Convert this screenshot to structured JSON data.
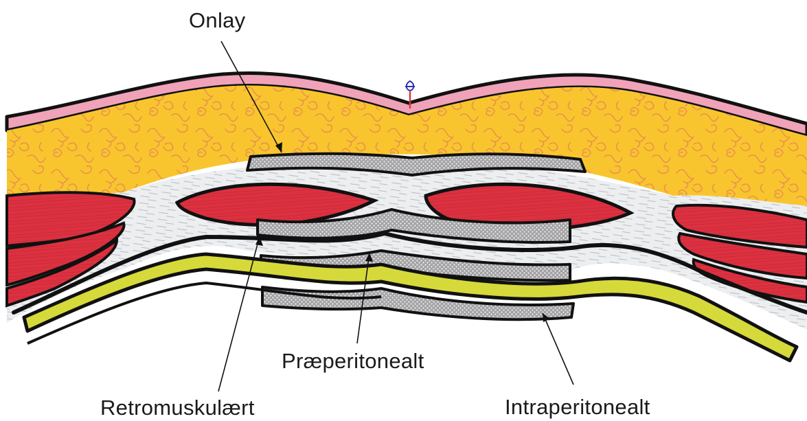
{
  "labels": {
    "onlay": "Onlay",
    "retromuskulaert": "Retromuskulært",
    "praeperitonealt": "Præperitonealt",
    "intraperitonealt": "Intraperitonealt"
  },
  "colors": {
    "skin": "#f0a3b8",
    "fat": "#f9c52e",
    "fat_squiggle": "#e89a55",
    "fascia": "#e7e9ec",
    "muscle": "#dd3342",
    "peritoneum": "#d6d93a",
    "mesh": "#a9a9ab",
    "outline": "#111111"
  }
}
